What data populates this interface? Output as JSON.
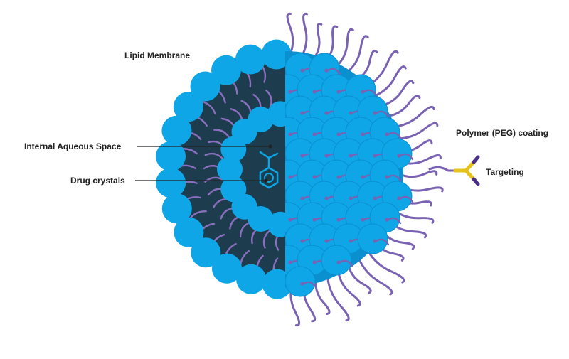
{
  "labels": {
    "lipid_membrane": "Lipid Membrane",
    "internal_aqueous_space": "Internal Aqueous Space",
    "drug_crystals": "Drug crystals",
    "polymer_coating": "Polymer (PEG) coating",
    "targeting": "Targeting"
  },
  "colors": {
    "lipid_head": "#0ea6e6",
    "lipid_head_dark": "#0a8fcf",
    "aqueous_core": "#1d3c4d",
    "lipid_tail": "#8a6fbf",
    "peg_chain": "#7a62b3",
    "targeting_ligand": "#e6c21a",
    "targeting_tip": "#4a2f8a",
    "drug_crystal": "#0ea6e6",
    "leader_line": "#222222"
  }
}
